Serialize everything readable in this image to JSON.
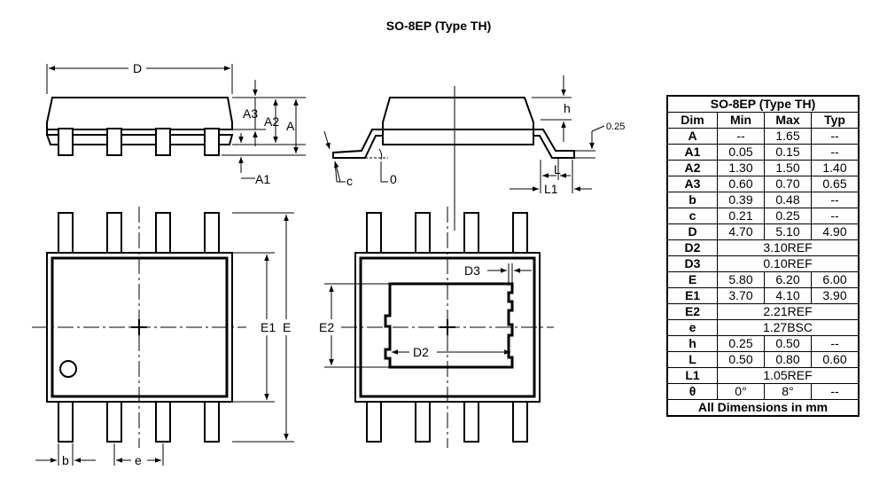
{
  "title": "SO-8EP (Type TH)",
  "labels": {
    "D": "D",
    "A3": "A3",
    "A2": "A2",
    "A": "A",
    "A1": "A1",
    "h": "h",
    "dim025": "0.25",
    "c": "c",
    "theta": "0",
    "L": "L",
    "L1": "L1",
    "E1": "E1",
    "E": "E",
    "b": "b",
    "e": "e",
    "D3": "D3",
    "E2": "E2",
    "D2": "D2"
  },
  "table": {
    "title": "SO-8EP (Type TH)",
    "headers": [
      "Dim",
      "Min",
      "Max",
      "Typ"
    ],
    "rows": [
      {
        "dim": "A",
        "min": "--",
        "max": "1.65",
        "typ": "--"
      },
      {
        "dim": "A1",
        "min": "0.05",
        "max": "0.15",
        "typ": "--"
      },
      {
        "dim": "A2",
        "min": "1.30",
        "max": "1.50",
        "typ": "1.40"
      },
      {
        "dim": "A3",
        "min": "0.60",
        "max": "0.70",
        "typ": "0.65"
      },
      {
        "dim": "b",
        "min": "0.39",
        "max": "0.48",
        "typ": "--"
      },
      {
        "dim": "c",
        "min": "0.21",
        "max": "0.25",
        "typ": "--"
      },
      {
        "dim": "D",
        "min": "4.70",
        "max": "5.10",
        "typ": "4.90"
      },
      {
        "dim": "D2",
        "span": "3.10REF"
      },
      {
        "dim": "D3",
        "span": "0.10REF"
      },
      {
        "dim": "E",
        "min": "5.80",
        "max": "6.20",
        "typ": "6.00"
      },
      {
        "dim": "E1",
        "min": "3.70",
        "max": "4.10",
        "typ": "3.90"
      },
      {
        "dim": "E2",
        "span": "2.21REF"
      },
      {
        "dim": "e",
        "span": "1.27BSC"
      },
      {
        "dim": "h",
        "min": "0.25",
        "max": "0.50",
        "typ": "--"
      },
      {
        "dim": "L",
        "min": "0.50",
        "max": "0.80",
        "typ": "0.60"
      },
      {
        "dim": "L1",
        "span": "1.05REF"
      },
      {
        "dim": "θ",
        "min": "0°",
        "max": "8°",
        "typ": "--"
      }
    ],
    "footer": "All Dimensions in mm"
  }
}
